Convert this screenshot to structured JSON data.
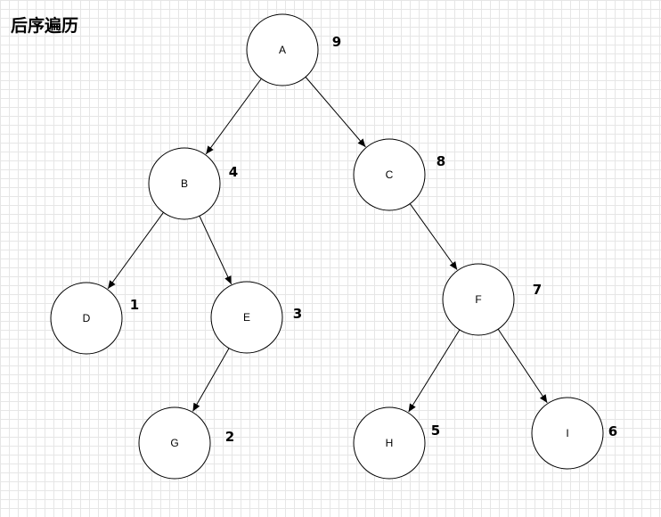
{
  "title": "后序遍历",
  "nodes": [
    {
      "id": "A",
      "label": "A",
      "order": "9"
    },
    {
      "id": "B",
      "label": "B",
      "order": "4"
    },
    {
      "id": "C",
      "label": "C",
      "order": "8"
    },
    {
      "id": "D",
      "label": "D",
      "order": "1"
    },
    {
      "id": "E",
      "label": "E",
      "order": "3"
    },
    {
      "id": "F",
      "label": "F",
      "order": "7"
    },
    {
      "id": "G",
      "label": "G",
      "order": "2"
    },
    {
      "id": "H",
      "label": "H",
      "order": "5"
    },
    {
      "id": "I",
      "label": "I",
      "order": "6"
    }
  ],
  "edges": [
    {
      "from": "A",
      "to": "B"
    },
    {
      "from": "A",
      "to": "C"
    },
    {
      "from": "B",
      "to": "D"
    },
    {
      "from": "B",
      "to": "E"
    },
    {
      "from": "C",
      "to": "F"
    },
    {
      "from": "E",
      "to": "G"
    },
    {
      "from": "F",
      "to": "H"
    },
    {
      "from": "F",
      "to": "I"
    }
  ]
}
